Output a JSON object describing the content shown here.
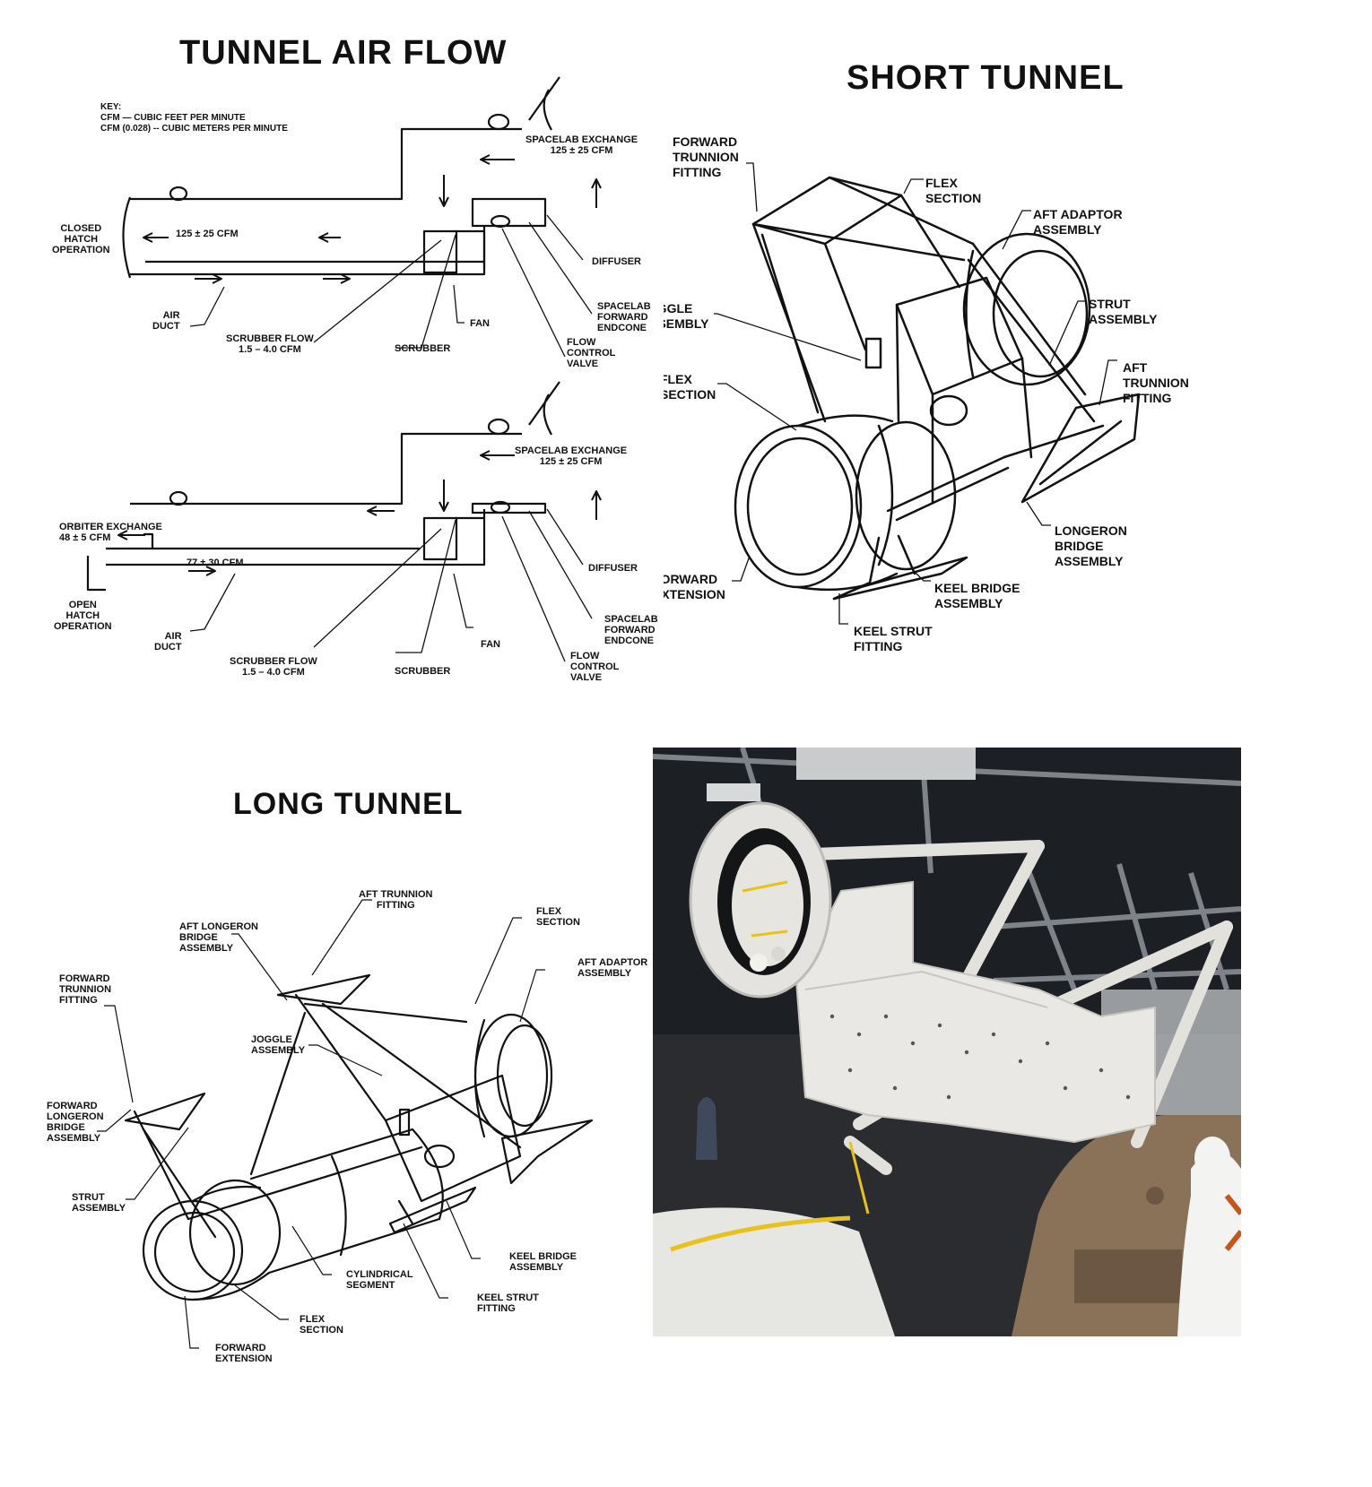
{
  "airflow": {
    "title": "TUNNEL AIR FLOW",
    "key": "KEY:\nCFM — CUBIC FEET PER MINUTE\nCFM (0.028) -- CUBIC METERS PER MINUTE",
    "top": {
      "spacelab_exchange": "SPACELAB EXCHANGE\n125 ± 25 CFM",
      "closed_hatch": "CLOSED\nHATCH\nOPERATION",
      "flow_rate": "125 ± 25 CFM",
      "diffuser": "DIFFUSER",
      "spacelab_endcone": "SPACELAB\nFORWARD\nENDCONE",
      "air_duct": "AIR\nDUCT",
      "fan": "FAN",
      "scrubber_flow": "SCRUBBER FLOW\n1.5 – 4.0 CFM",
      "scrubber": "SCRUBBER",
      "flow_control_valve": "FLOW\nCONTROL\nVALVE"
    },
    "bottom": {
      "spacelab_exchange": "SPACELAB EXCHANGE\n125 ± 25 CFM",
      "orbiter_exchange": "ORBITER EXCHANGE\n48 ± 5 CFM",
      "flow_rate": "77 ± 30 CFM",
      "diffuser": "DIFFUSER",
      "open_hatch": "OPEN\nHATCH\nOPERATION",
      "spacelab_endcone": "SPACELAB\nFORWARD\nENDCONE",
      "air_duct": "AIR\nDUCT",
      "fan": "FAN",
      "flow_control_valve": "FLOW\nCONTROL\nVALVE",
      "scrubber_flow": "SCRUBBER FLOW\n1.5 – 4.0 CFM",
      "scrubber": "SCRUBBER"
    }
  },
  "short_tunnel": {
    "title": "SHORT TUNNEL",
    "labels": {
      "forward_trunnion": "FORWARD\nTRUNNION\nFITTING",
      "flex_top": "FLEX\nSECTION",
      "aft_adaptor": "AFT ADAPTOR\nASSEMBLY",
      "joggle": "JOGGLE\nASSEMBLY",
      "strut": "STRUT\nASSEMBLY",
      "aft_trunnion": "AFT\nTRUNNION\nFITTING",
      "flex_left": "FLEX\nSECTION",
      "longeron_bridge": "LONGERON\nBRIDGE\nASSEMBLY",
      "forward_extension": "FORWARD\nEXTENSION",
      "keel_bridge": "KEEL BRIDGE\nASSEMBLY",
      "keel_strut": "KEEL STRUT\nFITTING"
    }
  },
  "long_tunnel": {
    "title": "LONG TUNNEL",
    "labels": {
      "aft_trunnion": "AFT TRUNNION\nFITTING",
      "aft_longeron": "AFT LONGERON\nBRIDGE\nASSEMBLY",
      "flex_top": "FLEX\nSECTION",
      "aft_adaptor": "AFT ADAPTOR\nASSEMBLY",
      "forward_trunnion": "FORWARD\nTRUNNION\nFITTING",
      "joggle": "JOGGLE\nASSEMBLY",
      "forward_longeron": "FORWARD\nLONGERON\nBRIDGE\nASSEMBLY",
      "strut": "STRUT\nASSEMBLY",
      "keel_bridge": "KEEL BRIDGE\nASSEMBLY",
      "cylindrical": "CYLINDRICAL\nSEGMENT",
      "keel_strut": "KEEL STRUT\nFITTING",
      "flex_bottom": "FLEX\nSECTION",
      "forward_extension": "FORWARD\nEXTENSION"
    }
  },
  "photo": {
    "colors": {
      "bg": "#1c1f24",
      "tunnel": "#e9e8e4",
      "bay": "#8a7258",
      "yellow": "#e8c21a",
      "suit": "#f3f3f1",
      "harness": "#c8541c"
    }
  }
}
